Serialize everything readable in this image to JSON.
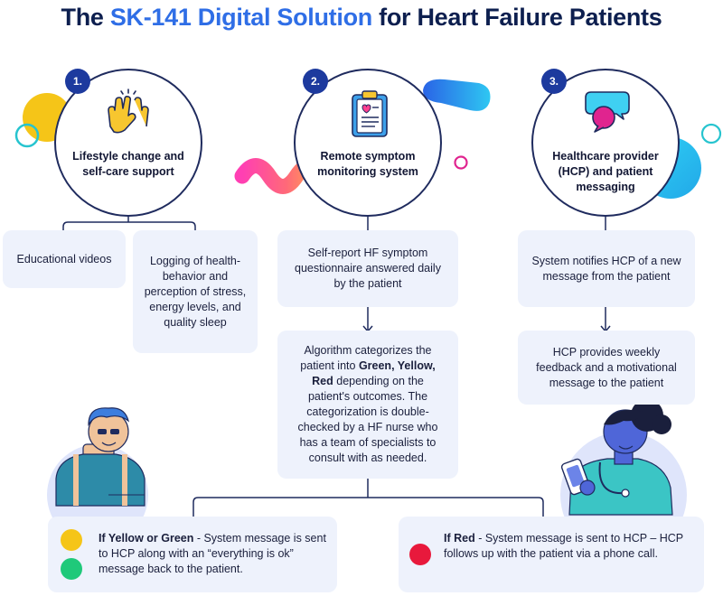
{
  "title": {
    "prefix": "The ",
    "highlight": "SK-141 Digital Solution",
    "suffix": " for Heart Failure Patients"
  },
  "colors": {
    "navy": "#0d1f4f",
    "accent_blue": "#2f6ee6",
    "badge": "#1d3a9e",
    "box_bg": "#eef2fc",
    "yellow": "#f5c518",
    "green": "#1fc97a",
    "red": "#e8193c"
  },
  "steps": [
    {
      "number": "1.",
      "icon": "high-five-hands-icon",
      "label": "Lifestyle change and self-care support",
      "items": [
        "Educational videos",
        "Logging of health-behavior and perception of stress, energy levels, and quality sleep"
      ]
    },
    {
      "number": "2.",
      "icon": "clipboard-heart-icon",
      "label": "Remote symptom monitoring system",
      "items": [
        "Self-report HF symptom questionnaire answered daily by the patient",
        {
          "before": "Algorithm categorizes the patient into ",
          "bold": "Green, Yellow, Red",
          "after": " depending on the patient's outcomes. The categorization is double-checked by a HF nurse who has a team of specialists to consult with as needed."
        }
      ]
    },
    {
      "number": "3.",
      "icon": "chat-bubbles-icon",
      "label": "Healthcare provider (HCP) and patient messaging",
      "items": [
        "System notifies HCP of a new message from the patient",
        "HCP provides weekly feedback and a motivational message to the patient"
      ]
    }
  ],
  "outcomes": [
    {
      "bold": "If Yellow or Green",
      "text": " - System message is sent to HCP along with an “everything is ok” message back to the patient."
    },
    {
      "bold": "If Red",
      "text": " - System message is sent to HCP – HCP follows up with the patient via a phone call."
    }
  ]
}
